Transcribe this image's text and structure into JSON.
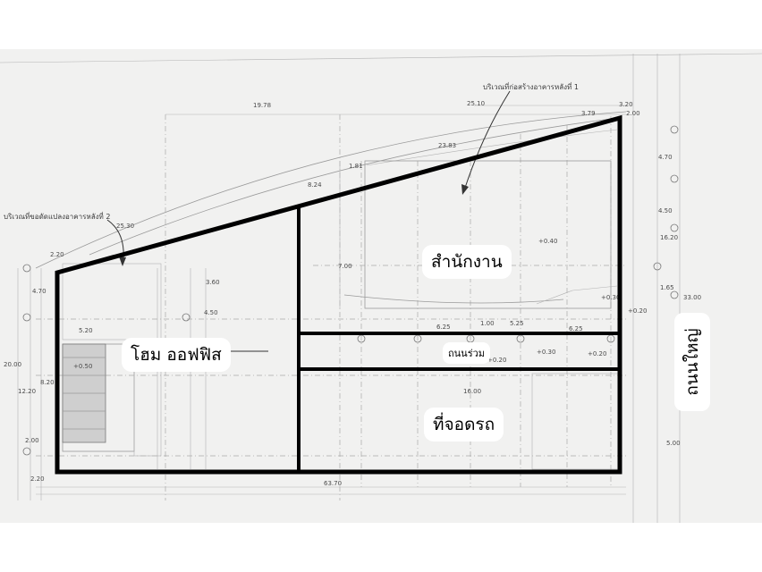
{
  "labels": {
    "home_office": "โฮม ออฟฟิส",
    "office": "สำนักงาน",
    "shared_road": "ถนนร่วม",
    "parking": "ที่จอดรถ",
    "main_road": "ถนนใหญ่"
  },
  "annotations": {
    "building1_area": "บริเวณที่ก่อสร้างอาคารหลังที่ 1",
    "building2_area": "บริเวณที่ขอดัดแปลงอาคารหลังที่ 2"
  },
  "dimensions": {
    "top_1": "19.78",
    "top_2": "25.10",
    "top_3": "3.20",
    "top_4": "3.79",
    "top_5": "2.00",
    "mid_1": "23.83",
    "mid_2": "8.24",
    "mid_3": "1.81",
    "left_1": "25.30",
    "left_2": "2.20",
    "left_3": "4.70",
    "left_4": "5.20",
    "left_5": "12.20",
    "left_6": "8.20",
    "left_7": "2.00",
    "left_8": "20.00",
    "left_9": "2.20",
    "bottom_1": "63.70",
    "right_1": "4.70",
    "right_2": "4.50",
    "right_3": "16.20",
    "right_4": "33.00",
    "right_5": "1.65",
    "right_6": "5.00",
    "inner_1": "6.25",
    "inner_2": "1.00",
    "inner_3": "5.25",
    "inner_4": "6.25",
    "inner_5": "7.00",
    "inner_6": "16.00",
    "inner_7": "4.50",
    "inner_8": "3.60",
    "level_1": "+0.40",
    "level_2": "+0.30",
    "level_3": "+0.20",
    "level_4": "+0.20",
    "level_5": "+0.50",
    "level_6": "+0.30",
    "level_7": "+0.20"
  }
}
